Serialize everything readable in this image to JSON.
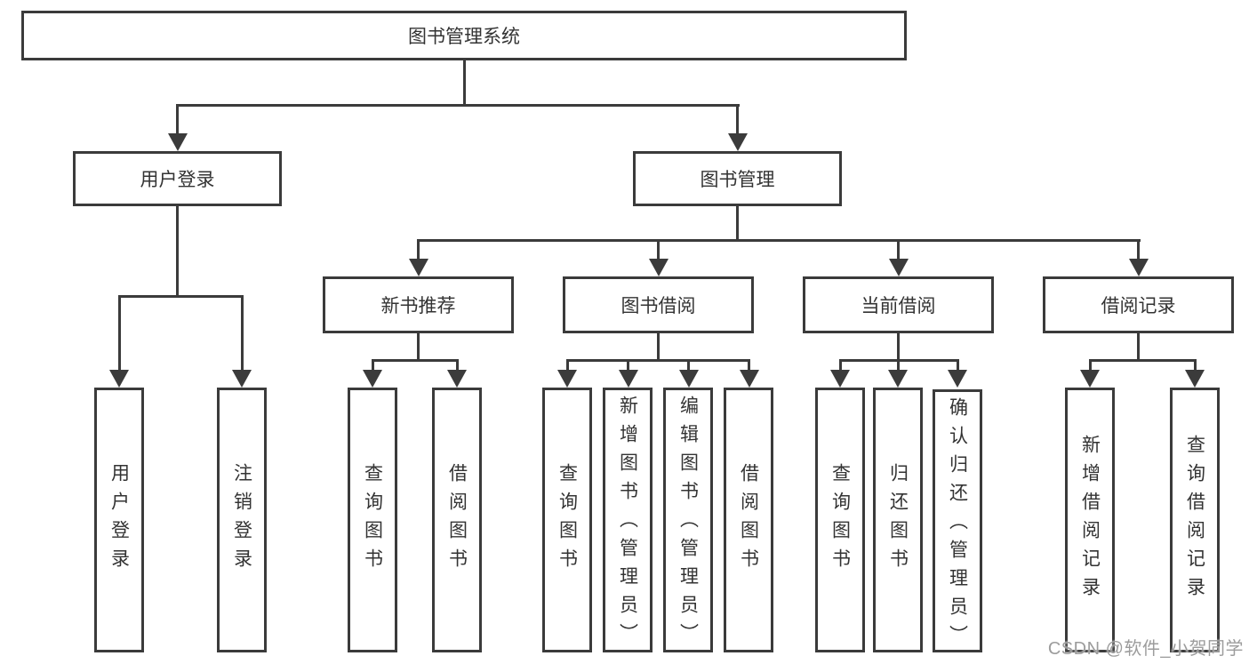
{
  "title_box": "图书管理系统",
  "level2": {
    "user": "用户登录",
    "book": "图书管理"
  },
  "level3": {
    "new_books": "新书推荐",
    "borrow": "图书借阅",
    "current": "当前借阅",
    "records": "借阅记录"
  },
  "leaves": {
    "user": [
      "用户登录",
      "注销登录"
    ],
    "new_books": [
      "查询图书",
      "借阅图书"
    ],
    "borrow": [
      "查询图书",
      "新增图书（管理员）",
      "编辑图书（管理员）",
      "借阅图书"
    ],
    "current": [
      "查询图书",
      "归还图书",
      "确认归还（管理员）"
    ],
    "records": [
      "新增借阅记录",
      "查询借阅记录"
    ]
  },
  "watermark": "CSDN @软件_小贺同学",
  "colors": {
    "line": "#3b3b3b",
    "text": "#333333",
    "background": "#ffffff",
    "watermark": "#9c9c9c"
  }
}
